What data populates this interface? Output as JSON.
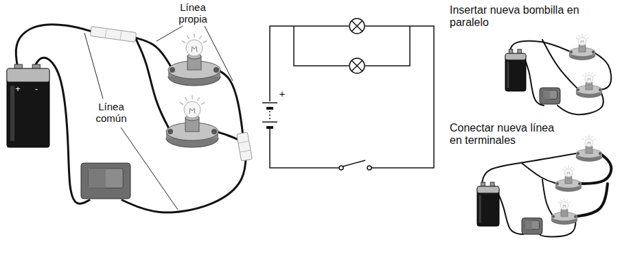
{
  "diagram": {
    "labels": [
      "Línea propia",
      "Insertar nueva bombilla en paralelo",
      "+",
      "+",
      "-",
      "Línea común",
      "Conectar nueva línea en terminales"
    ]
  }
}
